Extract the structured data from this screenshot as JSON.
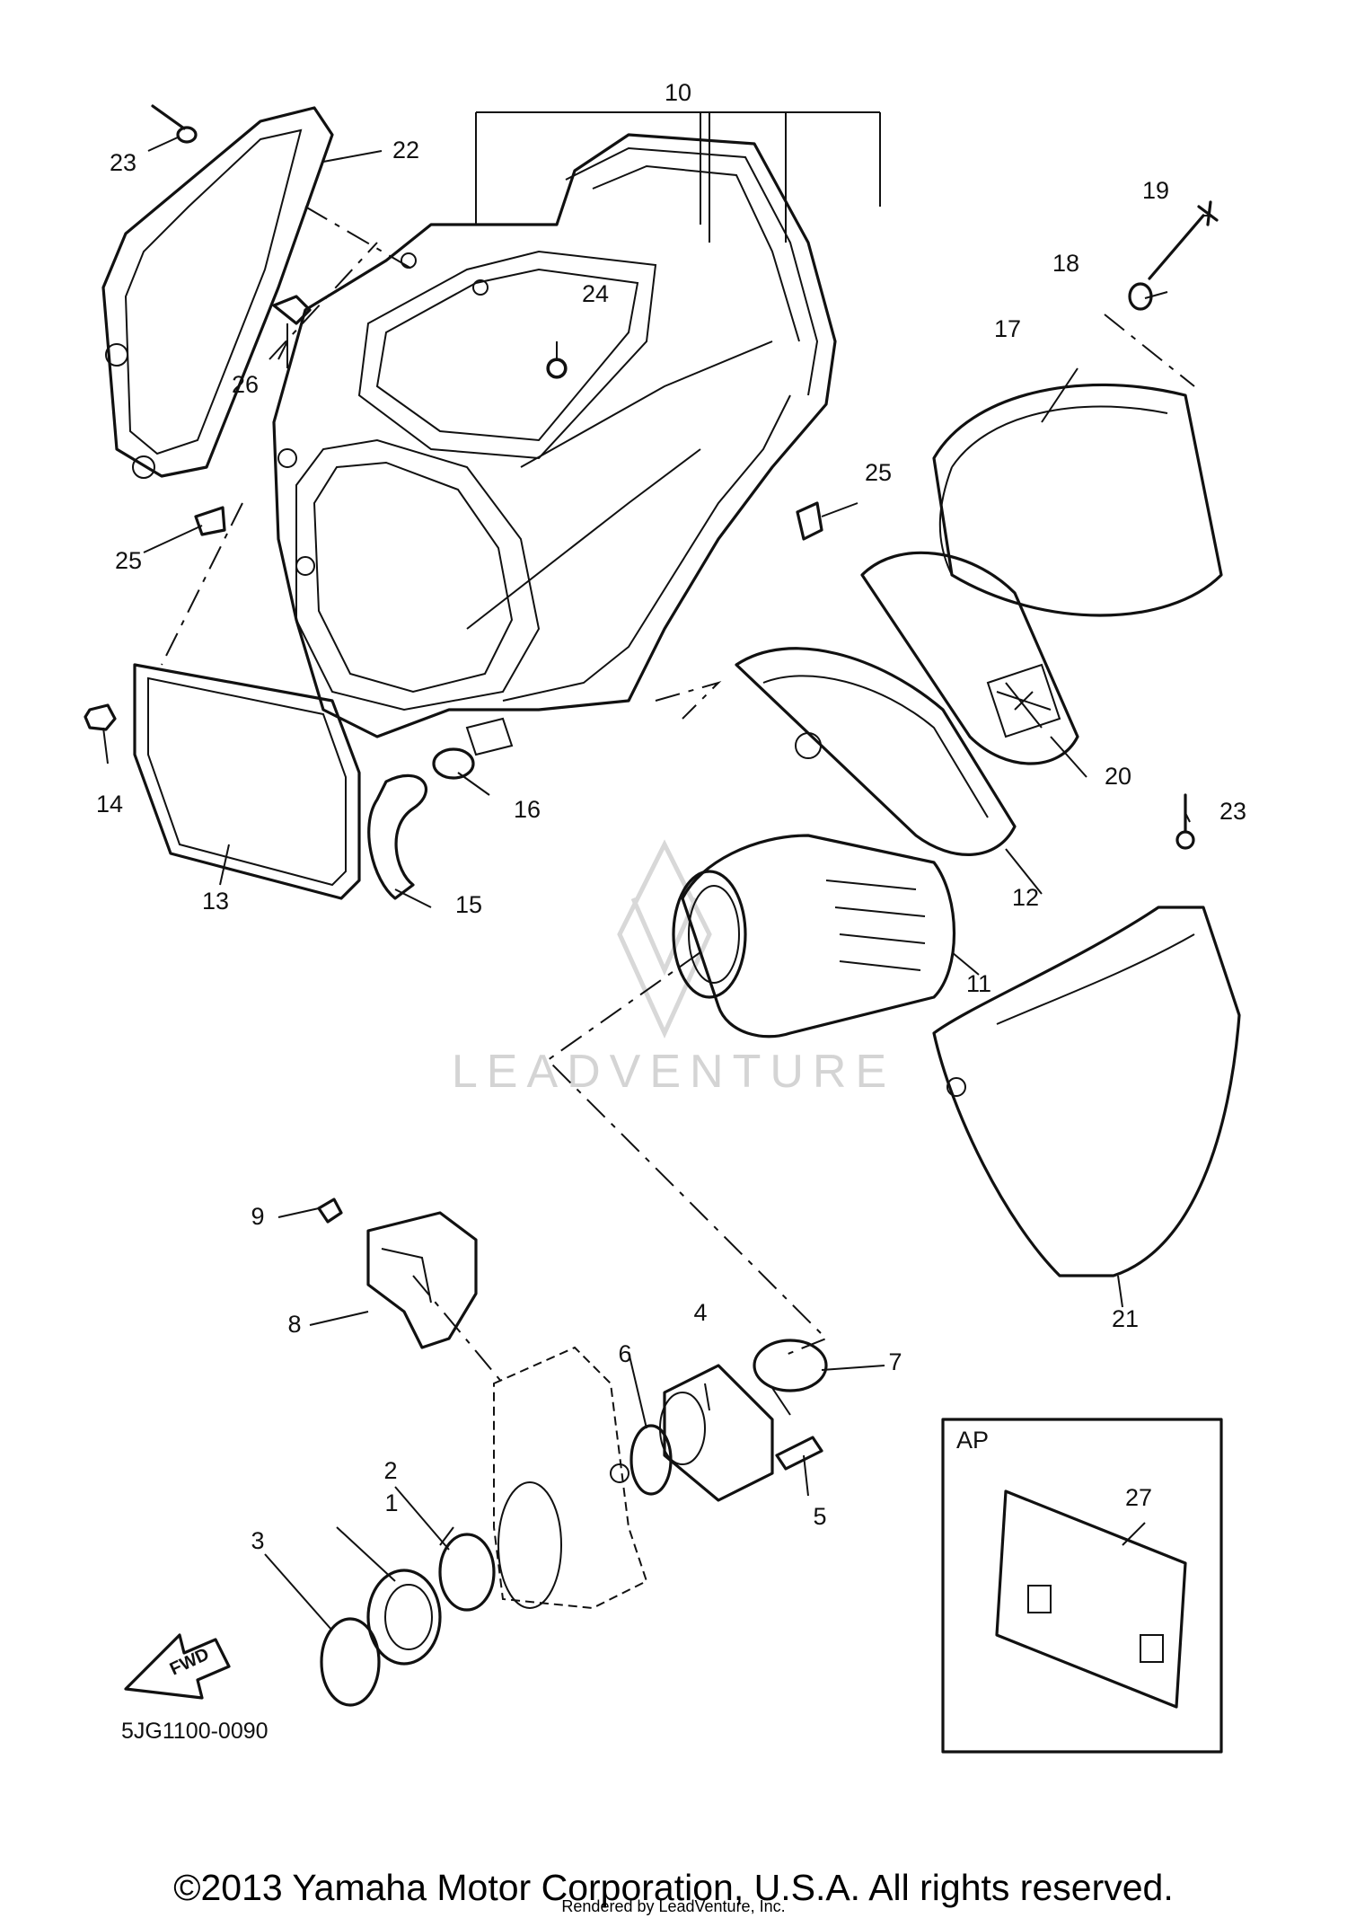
{
  "diagram": {
    "callouts": [
      "1",
      "2",
      "3",
      "4",
      "5",
      "6",
      "7",
      "8",
      "9",
      "10",
      "11",
      "12",
      "13",
      "14",
      "15",
      "16",
      "17",
      "18",
      "19",
      "20",
      "21",
      "22",
      "23",
      "23",
      "24",
      "25",
      "25",
      "26",
      "27"
    ],
    "figure_code": "5JG1100-0090",
    "fwd_label": "FWD",
    "inset_label": "AP",
    "watermark": "LEADVENTURE"
  },
  "footer": {
    "copyright": "©2013 Yamaha Motor Corporation, U.S.A. All rights reserved.",
    "rendered_by": "Rendered by LeadVenture, Inc."
  }
}
